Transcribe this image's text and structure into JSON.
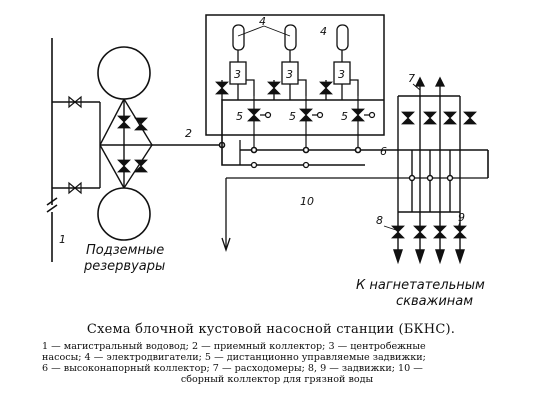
{
  "labels": {
    "reservoirs_line1": "Подземные",
    "reservoirs_line2": "резервуары",
    "wells_line1": "К нагнетательным",
    "wells_line2": "скважинам"
  },
  "callouts": {
    "n1": "1",
    "n2": "2",
    "n3": "3",
    "n4": "4",
    "n5": "5",
    "n6": "6",
    "n7": "7",
    "n8": "8",
    "n9": "9",
    "n10": "10"
  },
  "caption": {
    "title": "Схема блочной кустовой насосной станции (БКНС).",
    "line1": "1 — магистральный водовод;  2 — приемный коллектор;  3 — центробежные",
    "line2": "насосы;  4 — электродвигатели;  5 — дистанционно управляемые задвижки;",
    "line3": "6 — высоконапорный коллектор;  7 — расходомеры;  8, 9 — задвижки;  10 —",
    "line4": "сборный коллектор для грязной воды"
  }
}
